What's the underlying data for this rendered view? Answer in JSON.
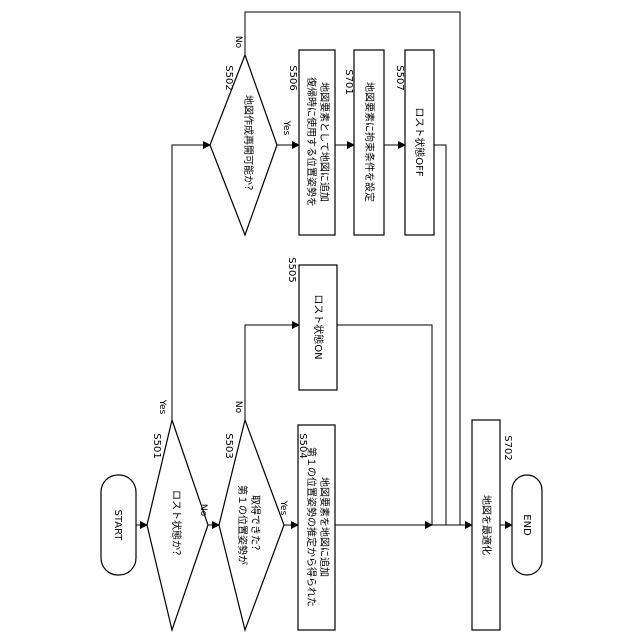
{
  "nodes": {
    "start": "START",
    "end": "END",
    "s501": {
      "id": "S501",
      "text": "ロスト状態か？"
    },
    "s502": {
      "id": "S502",
      "text": "地図作成再開可能か？"
    },
    "s503": {
      "id": "S503",
      "line1": "第１の位置姿勢が",
      "line2": "取得できた？"
    },
    "s504": {
      "id": "S504",
      "line1": "第１の位置姿勢の推定から得られた",
      "line2": "地図要素を地図に追加"
    },
    "s505": {
      "id": "S505",
      "text": "ロスト状態ON"
    },
    "s506": {
      "id": "S506",
      "line1": "復帰時に使用する位置姿勢を",
      "line2": "地図要素として地図に追加"
    },
    "s701": {
      "id": "S701",
      "text": "地図要素に拘束条件を設定"
    },
    "s507": {
      "id": "S507",
      "text": "ロスト状態OFF"
    },
    "s702": {
      "id": "S702",
      "text": "地図を最適化"
    }
  },
  "edge_labels": {
    "s501_yes": "Yes",
    "s501_no": "No",
    "s503_yes": "Yes",
    "s503_no": "No",
    "s502_yes": "Yes",
    "s502_no": "No"
  }
}
